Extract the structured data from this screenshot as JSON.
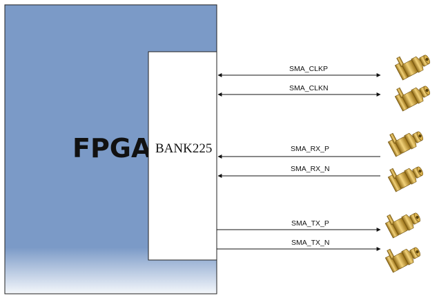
{
  "fpga": {
    "label": "FPGA",
    "fill": "#7b9ac7",
    "fill_bottom": "#f4f7fb"
  },
  "bank": {
    "label": "BANK225"
  },
  "signals": [
    {
      "label": "SMA_CLKP",
      "direction": "bidirectional"
    },
    {
      "label": "SMA_CLKN",
      "direction": "bidirectional"
    },
    {
      "label": "SMA_RX_P",
      "direction": "to-bank"
    },
    {
      "label": "SMA_RX_N",
      "direction": "to-bank"
    },
    {
      "label": "SMA_TX_P",
      "direction": "to-connector"
    },
    {
      "label": "SMA_TX_N",
      "direction": "to-connector"
    }
  ],
  "connector": {
    "icon": "sma-connector-icon",
    "color": "#c9a23a"
  }
}
